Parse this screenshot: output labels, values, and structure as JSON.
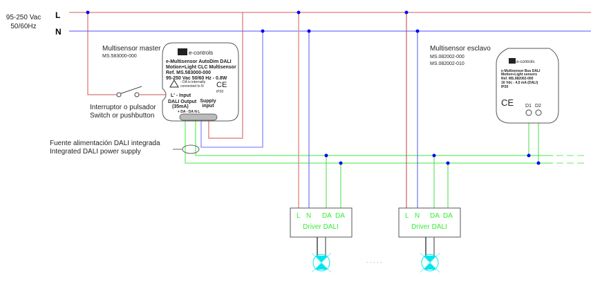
{
  "supply": {
    "voltage": "95-250 Vac",
    "freq": "50/60Hz",
    "line_l": "L",
    "line_n": "N"
  },
  "master": {
    "title": "Multisensor master",
    "ref": "MS.583000-000",
    "brand": "e-controls",
    "line1": "e-Multisensor AutoDim DALI",
    "line2": "Motion+Light CLC Multisensor",
    "line3": "Ref. MS.583000-000",
    "line4": "95-250 Vac 50/60 Hz - 0.8W",
    "warning": "- DA is internally connected to N",
    "ce": "CE",
    "ip": "IP20",
    "input": "L' - Input",
    "dali_output": "DALI Output",
    "dali_ma": "(35mA)",
    "supply_input": "Supply input",
    "terminals": "+ DA  - DA   N    L"
  },
  "switch": {
    "label_es": "Interruptor o pulsador",
    "label_en": "Switch or pushbutton"
  },
  "psu": {
    "label_es": "Fuente alimentación DALI integrada",
    "label_en": "Integrated DALI power supply"
  },
  "slave": {
    "title": "Multisensor esclavo",
    "ref1": "MS.082002-000",
    "ref2": "MS.082002-010",
    "brand": "e-controls",
    "line1": "e-Multisensor Bus DALI",
    "line2": "Motion+Light sensors",
    "line3": "Ref. MS.082002-000",
    "line4": "16 Vdc - 4,5 mA (DALI)",
    "ip": "IP20",
    "ce": "CE",
    "d1": "D1",
    "d2": "D2"
  },
  "drivers": [
    {
      "title": "Driver DALI",
      "terms": [
        "L",
        "N",
        "DA",
        "DA"
      ]
    },
    {
      "title": "Driver DALI",
      "terms": [
        "L",
        "N",
        "DA",
        "DA"
      ]
    }
  ],
  "ellipsis": ". . . . .",
  "colors": {
    "live": "#e06060",
    "neutral": "#5555ff",
    "dali": "#55ee55",
    "junction": "#0000ff",
    "lamp": "#00e5ee"
  }
}
